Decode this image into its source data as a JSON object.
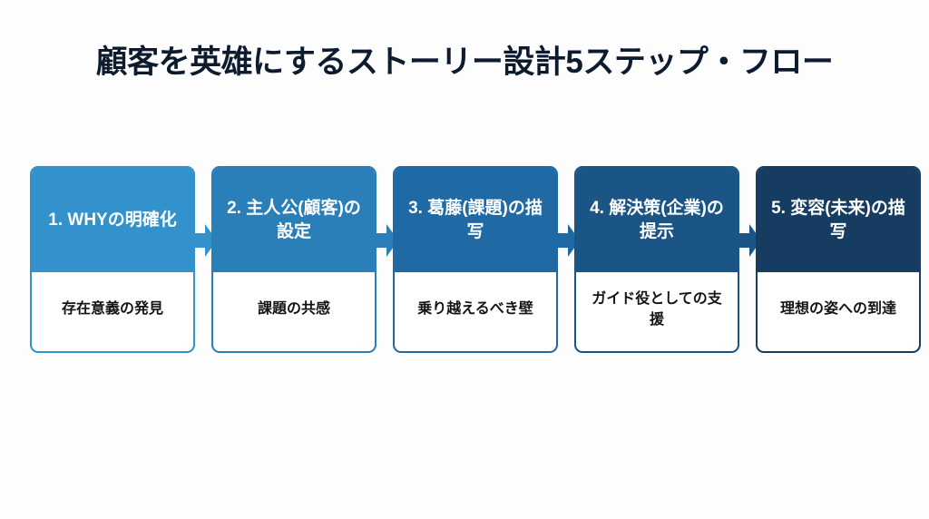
{
  "title": "顧客を英雄にするストーリー設計5ステップ・フロー",
  "background_color": "#fdfdfd",
  "title_color": "#0d1b2e",
  "steps": [
    {
      "heading": "1. WHYの明確化",
      "caption": "存在意義の発見",
      "color": "#3391cc"
    },
    {
      "heading": "2. 主人公(顧客)の設定",
      "caption": "課題の共感",
      "color": "#2a7fb8"
    },
    {
      "heading": "3. 葛藤(課題)の描写",
      "caption": "乗り越えるべき壁",
      "color": "#1f6aa5"
    },
    {
      "heading": "4. 解決策(企業)の提示",
      "caption": "ガイド役としての支援",
      "color": "#1a5585"
    },
    {
      "heading": "5. 変容(未来)の描写",
      "caption": "理想の姿への到達",
      "color": "#173c61"
    }
  ],
  "arrows": [
    {
      "color": "#3391cc"
    },
    {
      "color": "#2a7fb8"
    },
    {
      "color": "#1f6aa5"
    },
    {
      "color": "#1a5585"
    }
  ]
}
